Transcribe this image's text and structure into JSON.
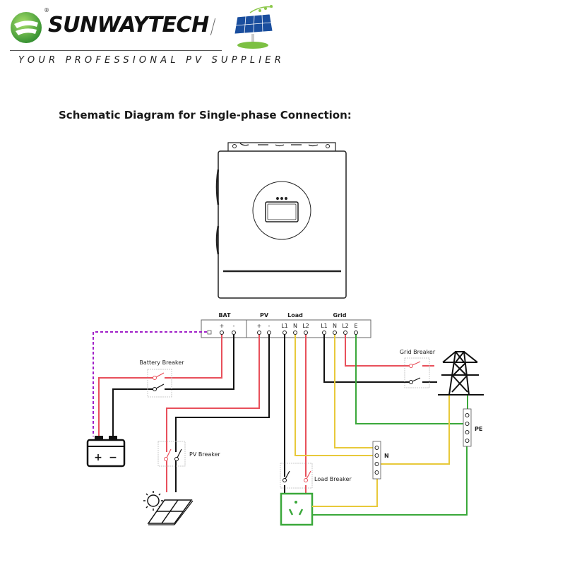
{
  "header": {
    "brand": "SUNWAYTECH",
    "registered_mark": "®",
    "tagline": "YOUR PROFESSIONAL PV SUPPLIER"
  },
  "title": "Schematic Diagram for Single-phase Connection:",
  "terminal_block": {
    "groups": [
      {
        "label": "BAT",
        "terminals": [
          "+",
          "-"
        ]
      },
      {
        "label": "PV",
        "terminals": [
          "+",
          "-"
        ]
      },
      {
        "label": "Load",
        "terminals": [
          "L1",
          "N",
          "L2"
        ]
      },
      {
        "label": "Grid",
        "terminals": [
          "L1",
          "N",
          "L2",
          "E"
        ]
      }
    ]
  },
  "labels": {
    "battery_breaker": "Battery Breaker",
    "pv_breaker": "PV Breaker",
    "load_breaker": "Load Breaker",
    "grid_breaker": "Grid Breaker",
    "n_bus": "N",
    "pe_bus": "PE",
    "battery_plus": "+",
    "battery_minus": "−"
  },
  "colors": {
    "live_red": "#e8505b",
    "neutral_yellow": "#e8c93a",
    "earth_green": "#3aa83a",
    "black_wire": "#111111",
    "comm_purple": "#a020c8"
  }
}
